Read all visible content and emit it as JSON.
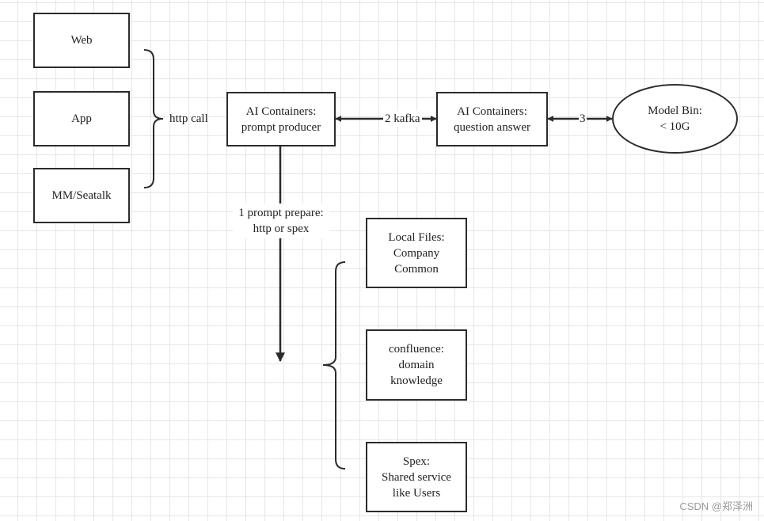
{
  "clients": [
    {
      "label": "Web"
    },
    {
      "label": "App"
    },
    {
      "label": "MM/Seatalk"
    }
  ],
  "http_call_label": "http call",
  "producer": {
    "label": "AI Containers:\nprompt producer"
  },
  "answerer": {
    "label": "AI Containers:\nquestion answer"
  },
  "model_bin": {
    "label": "Model Bin:\n< 10G"
  },
  "edges": {
    "kafka": "2 kafka",
    "model": "3",
    "prepare": "1 prompt prepare:\nhttp or spex"
  },
  "sources": [
    {
      "label": "Local Files:\nCompany\nCommon"
    },
    {
      "label": "confluence:\ndomain\nknowledge"
    },
    {
      "label": "Spex:\nShared service\nlike Users"
    }
  ],
  "watermark": "CSDN @郑泽洲",
  "colors": {
    "stroke": "#2b2b2b",
    "grid": "#e6e6e6",
    "watermark": "#9a9a9a"
  }
}
